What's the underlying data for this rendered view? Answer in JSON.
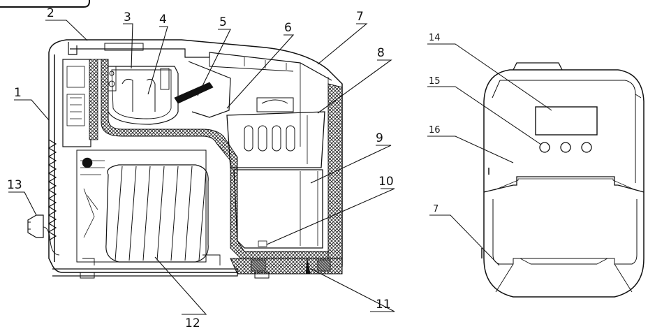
{
  "callouts_section": {
    "labels": [
      "1",
      "2",
      "3",
      "4",
      "5",
      "6",
      "7",
      "8",
      "9",
      "10",
      "11",
      "12",
      "13"
    ]
  },
  "callouts_front": {
    "labels": [
      "14",
      "15",
      "16",
      "7"
    ]
  },
  "colors": {
    "line": "#111111",
    "hatch": "#333333",
    "background": "#ffffff"
  }
}
